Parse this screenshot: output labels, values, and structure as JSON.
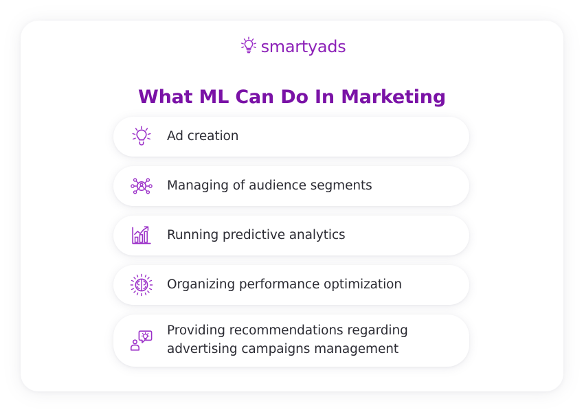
{
  "brand": {
    "name": "smartyads",
    "logo_icon": "lightbulb-rays-icon",
    "color": "#8d22b8"
  },
  "header": {
    "title": "What ML Can Do In Marketing",
    "title_color": "#7a12a6"
  },
  "theme": {
    "background": "#ffffff",
    "card_background": "#ffffff",
    "icon_purple": "#9b30c8",
    "text_color": "#2b2b33"
  },
  "features": [
    {
      "icon": "lightbulb-icon",
      "label": "Ad creation",
      "lines": [
        "Ad creation"
      ]
    },
    {
      "icon": "audience-network-icon",
      "label": "Managing of audience segments",
      "lines": [
        "Managing of audience segments"
      ]
    },
    {
      "icon": "bar-chart-growth-icon",
      "label": "Running predictive analytics",
      "lines": [
        "Running predictive analytics"
      ]
    },
    {
      "icon": "brain-rays-icon",
      "label": "Organizing performance optimization",
      "lines": [
        "Organizing performance optimization"
      ]
    },
    {
      "icon": "person-idea-bubble-icon",
      "label": "Providing recommendations regarding advertising campaigns management",
      "lines": [
        "Providing recommendations regarding",
        "advertising campaigns management"
      ]
    }
  ]
}
